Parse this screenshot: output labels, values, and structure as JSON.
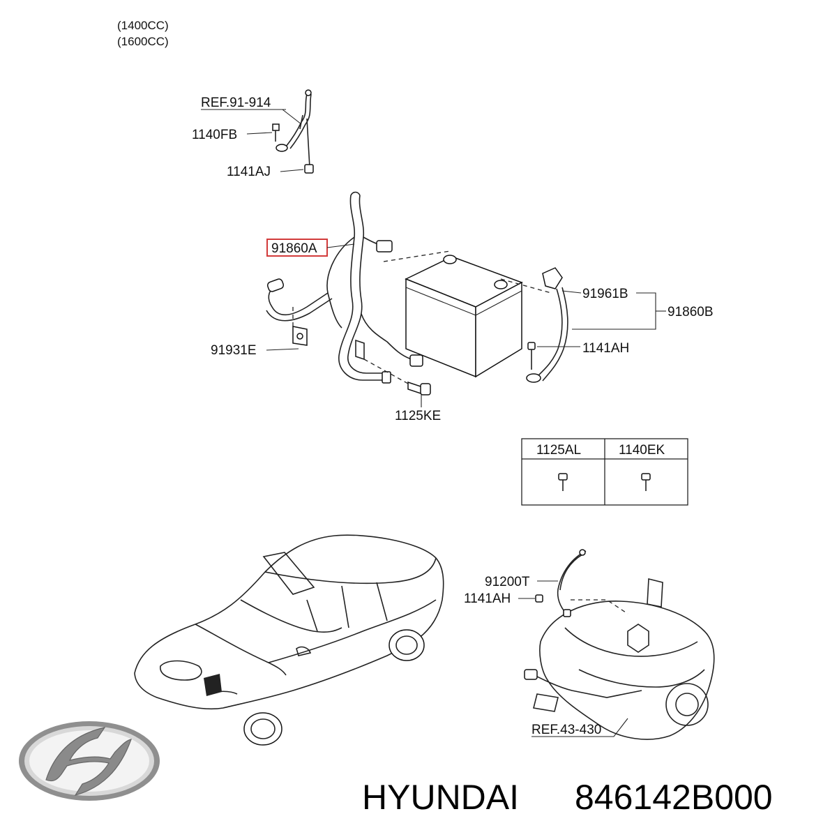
{
  "header": {
    "engine_1": "(1400CC)",
    "engine_2": "(1600CC)"
  },
  "callouts": {
    "ref_91_914": "REF.91-914",
    "p_1140FB": "1140FB",
    "p_1141AJ": "1141AJ",
    "p_91860A": "91860A",
    "p_91961B": "91961B",
    "p_91860B": "91860B",
    "p_91931E": "91931E",
    "p_1141AH_top": "1141AH",
    "p_1125KE": "1125KE",
    "p_91200T": "91200T",
    "p_1141AH_bottom": "1141AH",
    "ref_43_430": "REF.43-430"
  },
  "highlight_color": "#d23a3a",
  "table": {
    "col_1": "1125AL",
    "col_2": "1140EK"
  },
  "footer": {
    "logo": "hyundai-logo",
    "brand": "HYUNDAI",
    "part_number": "846142B000"
  }
}
